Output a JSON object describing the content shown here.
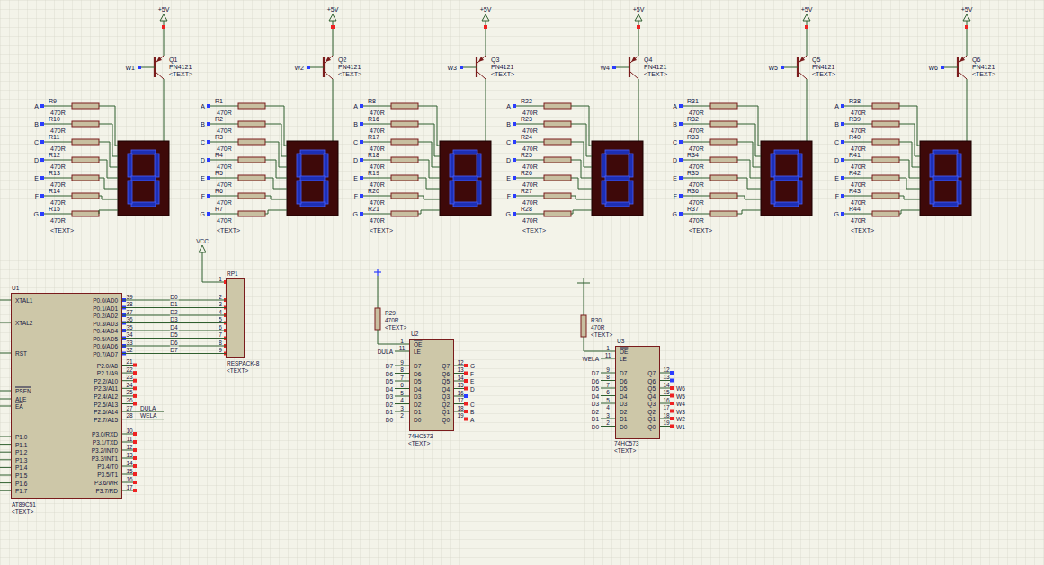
{
  "diagram": {
    "nodes": [
      {
        "text": [
          "U1",
          "AT89C51",
          "<TEXT>",
          "XTAL1",
          "XTAL2",
          "RST",
          "PSEN",
          "ALE",
          "EA",
          "P1.0",
          "P1.1",
          "P1.2",
          "P1.3",
          "P1.4",
          "P1.5",
          "P1.6",
          "P1.7",
          "P0.0/AD0",
          "P0.1/AD1",
          "P0.2/AD2",
          "P0.3/AD3",
          "P0.4/AD4",
          "P0.5/AD5",
          "P0.6/AD6",
          "P0.7/AD7",
          "P2.0/A8",
          "P2.1/A9",
          "P2.2/A10",
          "P2.3/A11",
          "P2.4/A12",
          "P2.5/A13",
          "P2.6/A14",
          "P2.7/A15",
          "P3.0/RXD",
          "P3.1/TXD",
          "P3.2/INT0",
          "P3.3/INT1",
          "P3.4/T0",
          "P3.5/T1",
          "P3.6/WR",
          "P3.7/RD"
        ]
      },
      {
        "text": [
          "RP1",
          "RESPACK-8",
          "<TEXT>"
        ]
      },
      {
        "text": [
          "U2",
          "74HC573",
          "<TEXT>",
          "OE",
          "LE",
          "D7",
          "D6",
          "D5",
          "D4",
          "D3",
          "D2",
          "D1",
          "D0",
          "Q7",
          "Q6",
          "Q5",
          "Q4",
          "Q3",
          "Q2",
          "Q1",
          "Q0"
        ]
      },
      {
        "text": [
          "U3",
          "74HC573",
          "<TEXT>",
          "OE",
          "LE",
          "D7",
          "D6",
          "D5",
          "D4",
          "D3",
          "D2",
          "D1",
          "D0",
          "Q7",
          "Q6",
          "Q5",
          "Q4",
          "Q3",
          "Q2",
          "Q1",
          "Q0"
        ]
      }
    ],
    "edges": [
      {
        "from": 0,
        "to": 1,
        "arrow": "none",
        "label": "D0"
      },
      {
        "from": 0,
        "to": 1,
        "arrow": "none",
        "label": "D1"
      },
      {
        "from": 0,
        "to": 1,
        "arrow": "none",
        "label": "D2"
      },
      {
        "from": 0,
        "to": 1,
        "arrow": "none",
        "label": "D3"
      },
      {
        "from": 0,
        "to": 1,
        "arrow": "none",
        "label": "D4"
      },
      {
        "from": 0,
        "to": 1,
        "arrow": "none",
        "label": "D5"
      },
      {
        "from": 0,
        "to": 1,
        "arrow": "none",
        "label": "D6"
      },
      {
        "from": 0,
        "to": 1,
        "arrow": "none",
        "label": "D7"
      }
    ],
    "labels": [
      "+5V",
      "Q1",
      "PN4121",
      "<TEXT>",
      "W1",
      "A",
      "R9",
      "470R",
      "B",
      "R10",
      "470R",
      "C",
      "R11",
      "470R",
      "D",
      "R12",
      "470R",
      "E",
      "R13",
      "470R",
      "F",
      "R14",
      "470R",
      "G",
      "R15",
      "470R",
      "<TEXT>",
      "+5V",
      "Q2",
      "PN4121",
      "<TEXT>",
      "W2",
      "A",
      "R1",
      "470R",
      "B",
      "R2",
      "470R",
      "C",
      "R3",
      "470R",
      "D",
      "R4",
      "470R",
      "E",
      "R5",
      "470R",
      "F",
      "R6",
      "470R",
      "G",
      "R7",
      "470R",
      "<TEXT>",
      "+5V",
      "Q3",
      "PN4121",
      "<TEXT>",
      "W3",
      "A",
      "R8",
      "470R",
      "B",
      "R16",
      "470R",
      "C",
      "R17",
      "470R",
      "D",
      "R18",
      "470R",
      "E",
      "R19",
      "470R",
      "F",
      "R20",
      "470R",
      "G",
      "R21",
      "470R",
      "<TEXT>",
      "+5V",
      "Q4",
      "PN4121",
      "<TEXT>",
      "W4",
      "A",
      "R22",
      "470R",
      "B",
      "R23",
      "470R",
      "C",
      "R24",
      "470R",
      "D",
      "R25",
      "470R",
      "E",
      "R26",
      "470R",
      "F",
      "R27",
      "470R",
      "G",
      "R28",
      "470R",
      "<TEXT>",
      "+5V",
      "Q5",
      "PN4121",
      "<TEXT>",
      "W5",
      "A",
      "R31",
      "470R",
      "B",
      "R32",
      "470R",
      "C",
      "R33",
      "470R",
      "D",
      "R34",
      "470R",
      "E",
      "R35",
      "470R",
      "F",
      "R36",
      "470R",
      "G",
      "R37",
      "470R",
      "<TEXT>",
      "+5V",
      "Q6",
      "PN4121",
      "<TEXT>",
      "W6",
      "A",
      "R38",
      "470R",
      "B",
      "R39",
      "470R",
      "C",
      "R40",
      "470R",
      "D",
      "R41",
      "470R",
      "E",
      "R42",
      "470R",
      "F",
      "R43",
      "470R",
      "G",
      "R44",
      "470R",
      "<TEXT>",
      "39",
      "38",
      "37",
      "36",
      "35",
      "34",
      "33",
      "32",
      "21",
      "22",
      "23",
      "24",
      "25",
      "26",
      "27",
      "28",
      "10",
      "11",
      "12",
      "13",
      "14",
      "15",
      "16",
      "17",
      "DULA",
      "WELA",
      "VCC",
      "1",
      "2",
      "3",
      "4",
      "5",
      "6",
      "7",
      "8",
      "9",
      "1",
      "11",
      "9",
      "8",
      "7",
      "6",
      "5",
      "4",
      "3",
      "2",
      "12",
      "13",
      "14",
      "15",
      "16",
      "17",
      "18",
      "19",
      "D7",
      "D6",
      "D5",
      "D4",
      "D3",
      "D2",
      "D1",
      "D0",
      "DULA",
      "G",
      "F",
      "E",
      "D",
      "C",
      "B",
      "A",
      "R29",
      "470R",
      "<TEXT>",
      "1",
      "11",
      "9",
      "8",
      "7",
      "6",
      "5",
      "4",
      "3",
      "2",
      "12",
      "13",
      "14",
      "15",
      "16",
      "17",
      "18",
      "19",
      "D7",
      "D6",
      "D5",
      "D4",
      "D3",
      "D2",
      "D1",
      "D0",
      "WELA",
      "W6",
      "W5",
      "W4",
      "W3",
      "W2",
      "W1",
      "R30",
      "470R",
      "<TEXT>"
    ]
  }
}
